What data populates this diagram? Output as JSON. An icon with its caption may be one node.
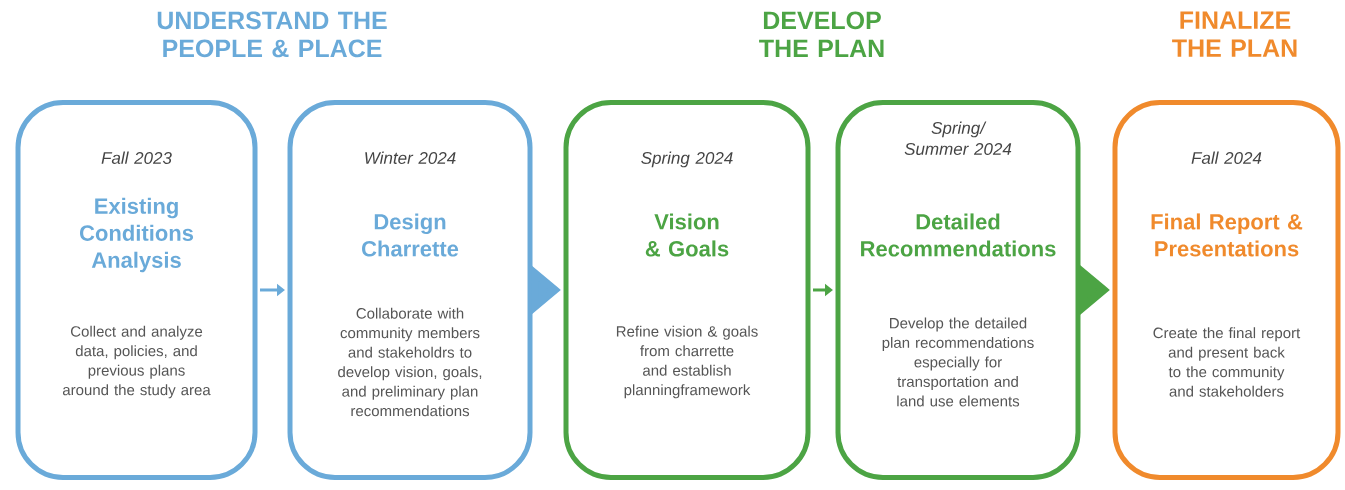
{
  "diagram": {
    "nodes": [
      {
        "text": [
          "Fall 2023",
          "Existing Conditions Analysis",
          "Collect and analyze data, policies, and previous plans around the study area"
        ]
      },
      {
        "text": [
          "Winter 2024",
          "Design Charrette",
          "Collaborate with community members and stakeholdrs to develop vision, goals, and preliminary plan recommendations"
        ]
      },
      {
        "text": [
          "Spring 2024",
          "Vision & Goals",
          "Refine vision & goals from charrette and establish planningframework"
        ]
      },
      {
        "text": [
          "Spring/ Summer 2024",
          "Detailed Recommendations",
          "Develop the detailed plan recommendations especially for transportation and land use elements"
        ]
      },
      {
        "text": [
          "Fall 2024",
          "Final Report & Presentations",
          "Create the final report and present back to the community and stakeholders"
        ]
      }
    ],
    "edges": [
      {
        "from": 0,
        "to": 1,
        "arrow": "to",
        "color": "#6aaad9"
      },
      {
        "from": 1,
        "to": 2,
        "arrow": "to",
        "style": "thick",
        "color": "#6aaad9"
      },
      {
        "from": 2,
        "to": 3,
        "arrow": "to",
        "color": "#4ca444"
      },
      {
        "from": 3,
        "to": 4,
        "arrow": "to",
        "style": "thick",
        "color": "#4ca444"
      }
    ],
    "labels": [
      "UNDERSTAND THE PEOPLE & PLACE",
      "DEVELOP THE PLAN",
      "FINALIZE THE PLAN"
    ]
  }
}
